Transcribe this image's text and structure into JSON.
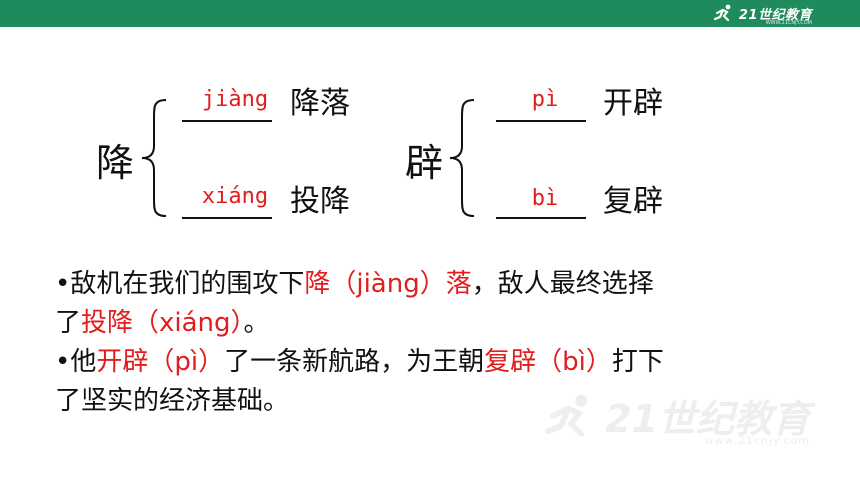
{
  "header": {
    "logo_text": "21世纪教育",
    "logo_sub": "WWW.21CNJY.COM",
    "bar_color": "#1f8a5c"
  },
  "groups": [
    {
      "char": "降",
      "entries": [
        {
          "pinyin": "jiàng",
          "word": "降落"
        },
        {
          "pinyin": "xiáng",
          "word": "投降"
        }
      ]
    },
    {
      "char": "辟",
      "entries": [
        {
          "pinyin": "pì",
          "word": "开辟"
        },
        {
          "pinyin": "bì",
          "word": "复辟"
        }
      ]
    }
  ],
  "sentences": {
    "s1": {
      "bullet": "•",
      "a": "敌机在我们的围攻下",
      "b": "降（jiàng）落",
      "c": "，敌人最终选择",
      "d": "了",
      "e": "投降（xiáng）",
      "f": "。"
    },
    "s2": {
      "bullet": "•",
      "a": "他",
      "b": "开辟（pì）",
      "c": "了一条新航路，为王朝",
      "d": "复辟（bì）",
      "e": "打下",
      "f": "了坚实的经济基础。"
    }
  },
  "watermark": {
    "text": "21世纪教育",
    "url": "www.21cnjy.com"
  },
  "colors": {
    "accent_red": "#e21d1d",
    "text": "#111111"
  }
}
